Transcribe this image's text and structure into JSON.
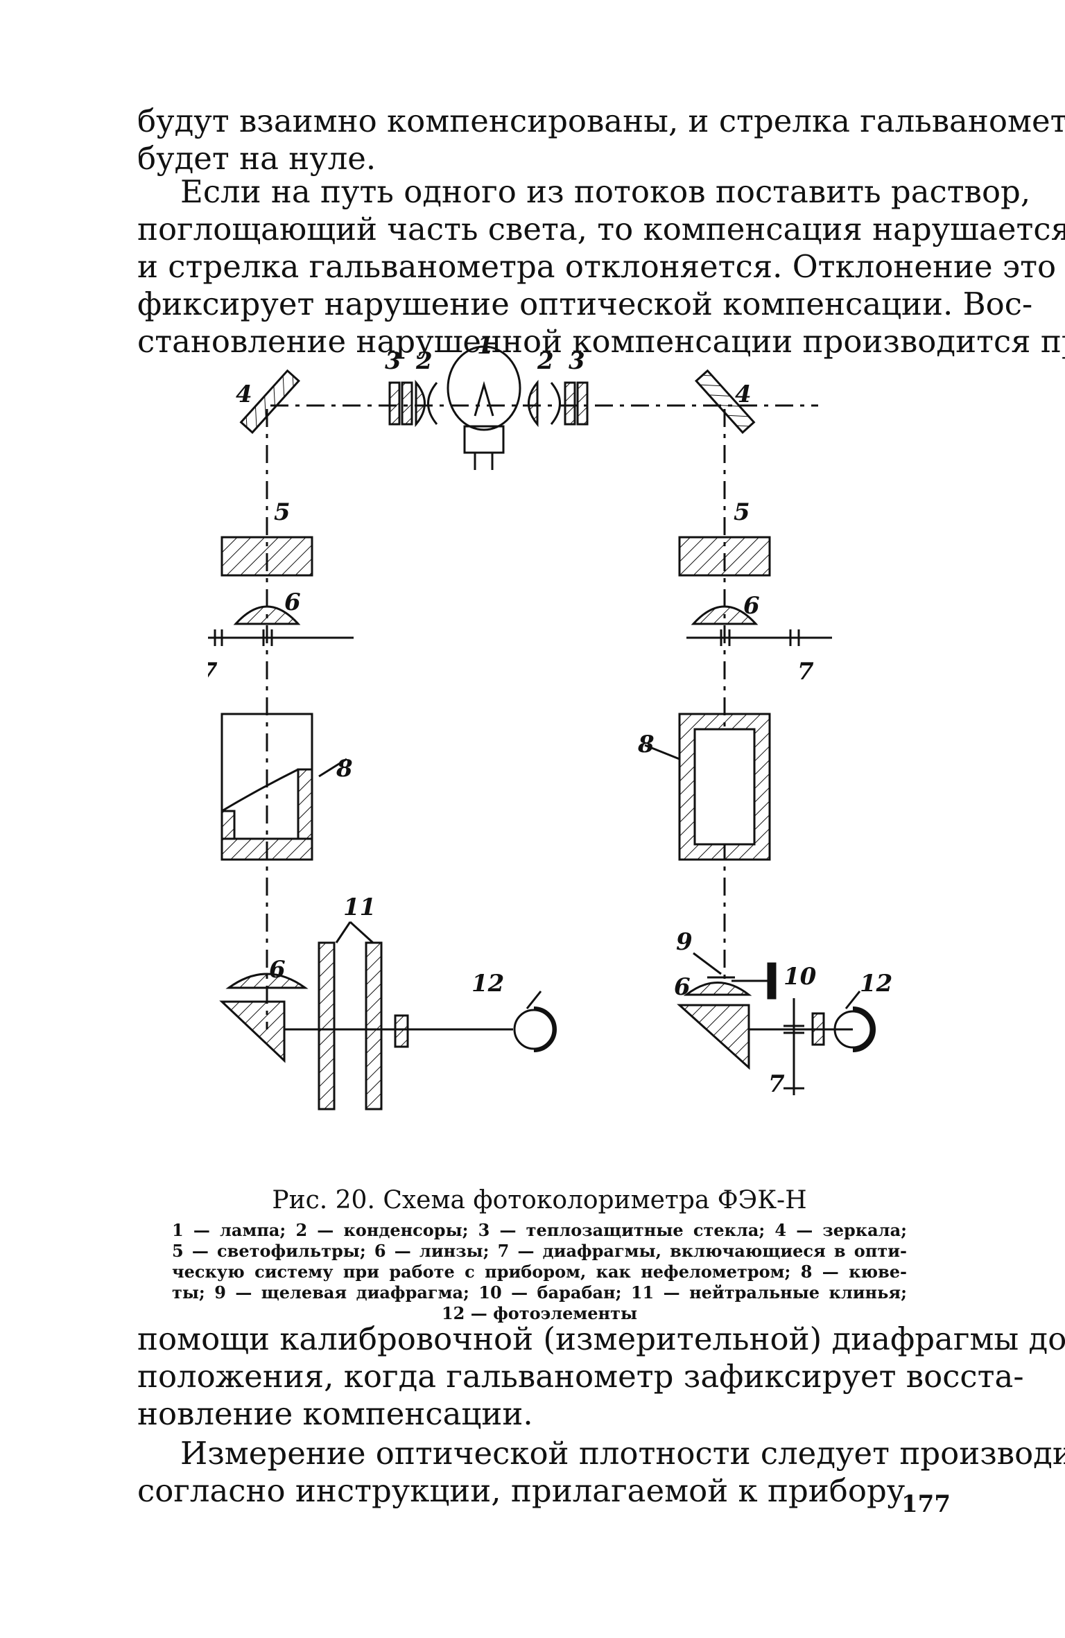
{
  "paragraph_top": [
    "будут взаимно компенсированы, и стрелка гальванометра",
    "будет на нуле."
  ],
  "paragraph_middle": [
    "Если на путь одного из потоков поставить раствор,",
    "поглощающий часть света, то компенсация нарушается",
    "и стрелка гальванометра отклоняется. Отклонение это",
    "фиксирует нарушение оптической компенсации. Вос-",
    "становление нарушенной компенсации производится при"
  ],
  "figure": {
    "labels": {
      "l1": "1",
      "l2": "2",
      "l3": "3",
      "l4": "4",
      "l5": "5",
      "l6": "6",
      "l7": "7",
      "l8": "8",
      "l9": "9",
      "l10": "10",
      "l11": "11",
      "l12": "12"
    },
    "caption_title": "Рис. 20. Схема фотоколориметра ФЭК-Н",
    "legend_lines": [
      "1 — лампа; 2 — конденсоры; 3 — теплозащитные стекла; 4 — зеркала;",
      "5 — светофильтры; 6 — линзы; 7 — диафрагмы, включающиеся в опти-",
      "ческую систему при работе с прибором, как нефелометром; 8 — кюве-",
      "ты; 9 — щелевая диафрагма; 10 — барабан; 11 — нейтральные клинья;",
      "12 — фотоэлементы"
    ]
  },
  "paragraph_after": [
    "помощи калибровочной (измерительной) диафрагмы до",
    "положения, когда гальванометр зафиксирует восста-",
    "новление компенсации."
  ],
  "paragraph_last": [
    "Измерение оптической плотности следует производить",
    "согласно инструкции, прилагаемой к прибору."
  ],
  "page_number": "177"
}
